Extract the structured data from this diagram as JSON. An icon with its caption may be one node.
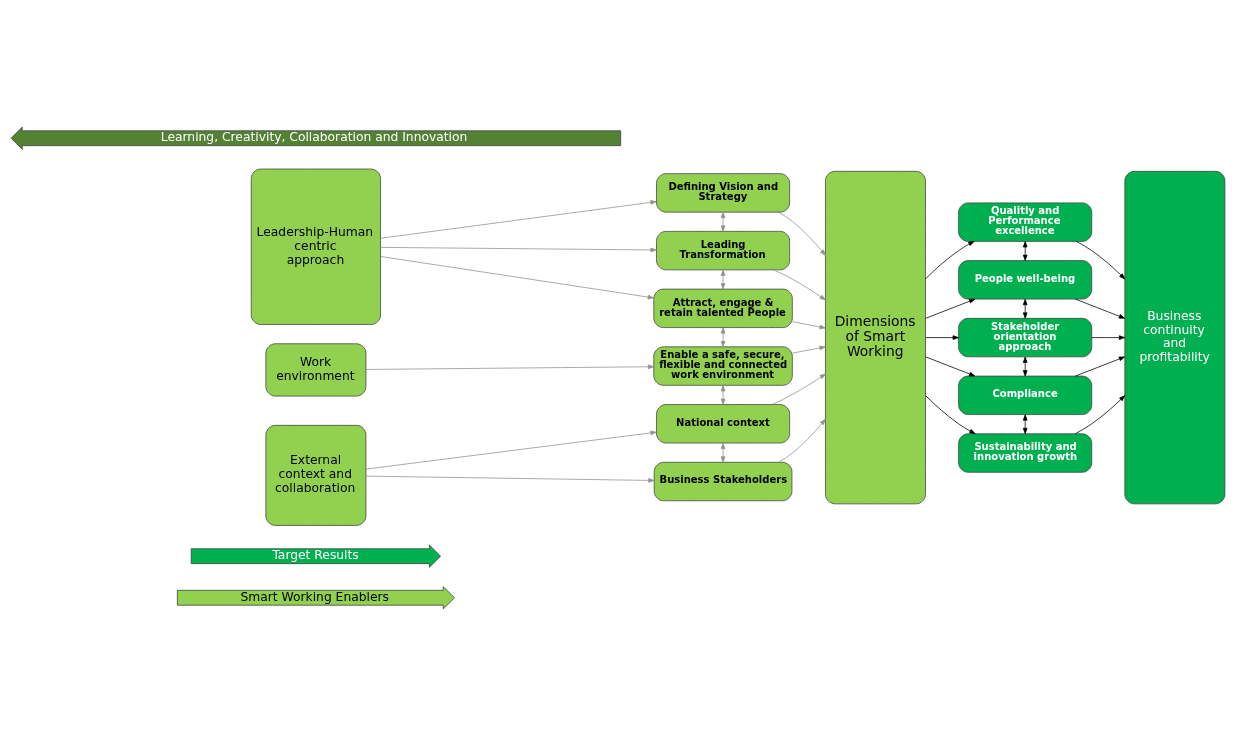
{
  "diagram": {
    "nodes": [
      {
        "text": [
          "Smart Working Enablers"
        ]
      },
      {
        "text": [
          "Target Results"
        ]
      },
      {
        "text": [
          "Leadership-Human centric approach"
        ]
      },
      {
        "text": [
          "Work environment"
        ]
      },
      {
        "text": [
          "External context and collaboration"
        ]
      },
      {
        "text": [
          "Defining Vision and Strategy"
        ]
      },
      {
        "text": [
          "Leading Transformation"
        ]
      },
      {
        "text": [
          "Attract, engage & retain talented People"
        ]
      },
      {
        "text": [
          "Enable a safe, secure, flexible and connected work environment"
        ]
      },
      {
        "text": [
          "National context"
        ]
      },
      {
        "text": [
          "Business Stakeholders"
        ]
      },
      {
        "text": [
          "Dimensions of Smart Working"
        ]
      },
      {
        "text": [
          "Qualitly and Performance excellence"
        ]
      },
      {
        "text": [
          "People well-being"
        ]
      },
      {
        "text": [
          "Stakeholder orientation approach"
        ]
      },
      {
        "text": [
          "Compliance"
        ]
      },
      {
        "text": [
          "Sustainability and innovation growth"
        ]
      },
      {
        "text": [
          "Business continuity and profitability"
        ]
      },
      {
        "text": [
          "Learning, Creativity, Collaboration and Innovation"
        ]
      }
    ],
    "edges": [
      {
        "from": 2,
        "to": 5,
        "arrow": "to"
      },
      {
        "from": 2,
        "to": 6,
        "arrow": "to"
      },
      {
        "from": 2,
        "to": 7,
        "arrow": "to"
      },
      {
        "from": 3,
        "to": 8,
        "arrow": "to"
      },
      {
        "from": 4,
        "to": 9,
        "arrow": "to"
      },
      {
        "from": 4,
        "to": 10,
        "arrow": "to"
      },
      {
        "from": 5,
        "to": 6,
        "arrow": "both"
      },
      {
        "from": 6,
        "to": 7,
        "arrow": "both"
      },
      {
        "from": 7,
        "to": 8,
        "arrow": "both"
      },
      {
        "from": 8,
        "to": 9,
        "arrow": "both"
      },
      {
        "from": 9,
        "to": 10,
        "arrow": "both"
      },
      {
        "from": 5,
        "to": 11,
        "arrow": "to"
      },
      {
        "from": 6,
        "to": 11,
        "arrow": "to"
      },
      {
        "from": 7,
        "to": 11,
        "arrow": "to"
      },
      {
        "from": 8,
        "to": 11,
        "arrow": "to"
      },
      {
        "from": 9,
        "to": 11,
        "arrow": "to"
      },
      {
        "from": 10,
        "to": 11,
        "arrow": "to"
      },
      {
        "from": 11,
        "to": 12,
        "arrow": "to",
        "color": "#000000"
      },
      {
        "from": 11,
        "to": 13,
        "arrow": "to",
        "color": "#000000"
      },
      {
        "from": 11,
        "to": 14,
        "arrow": "to",
        "color": "#000000"
      },
      {
        "from": 11,
        "to": 15,
        "arrow": "to",
        "color": "#000000"
      },
      {
        "from": 11,
        "to": 16,
        "arrow": "to",
        "color": "#000000"
      },
      {
        "from": 12,
        "to": 13,
        "arrow": "both",
        "color": "#000000"
      },
      {
        "from": 13,
        "to": 14,
        "arrow": "both",
        "color": "#000000"
      },
      {
        "from": 14,
        "to": 15,
        "arrow": "both",
        "color": "#000000"
      },
      {
        "from": 15,
        "to": 16,
        "arrow": "both",
        "color": "#000000"
      },
      {
        "from": 12,
        "to": 17,
        "arrow": "to",
        "color": "#000000"
      },
      {
        "from": 13,
        "to": 17,
        "arrow": "to",
        "color": "#000000"
      },
      {
        "from": 14,
        "to": 17,
        "arrow": "to",
        "color": "#000000"
      },
      {
        "from": 15,
        "to": 17,
        "arrow": "to",
        "color": "#000000"
      },
      {
        "from": 16,
        "to": 17,
        "arrow": "to",
        "color": "#000000"
      }
    ]
  }
}
